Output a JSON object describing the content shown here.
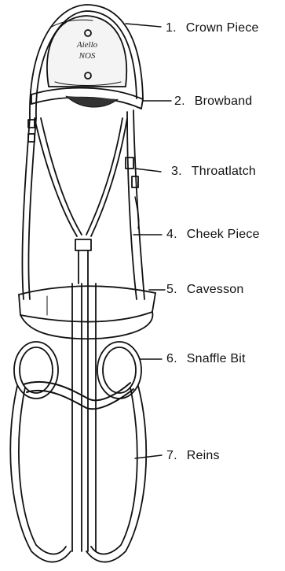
{
  "labels": [
    {
      "num": "1.",
      "text": "Crown Piece"
    },
    {
      "num": "2.",
      "text": "Browband"
    },
    {
      "num": "3.",
      "text": "Throatlatch"
    },
    {
      "num": "4.",
      "text": "Cheek Piece"
    },
    {
      "num": "5.",
      "text": "Cavesson"
    },
    {
      "num": "6.",
      "text": "Snaffle Bit"
    },
    {
      "num": "7.",
      "text": "Reins"
    }
  ],
  "plate_lettering": "Aiello NOS"
}
